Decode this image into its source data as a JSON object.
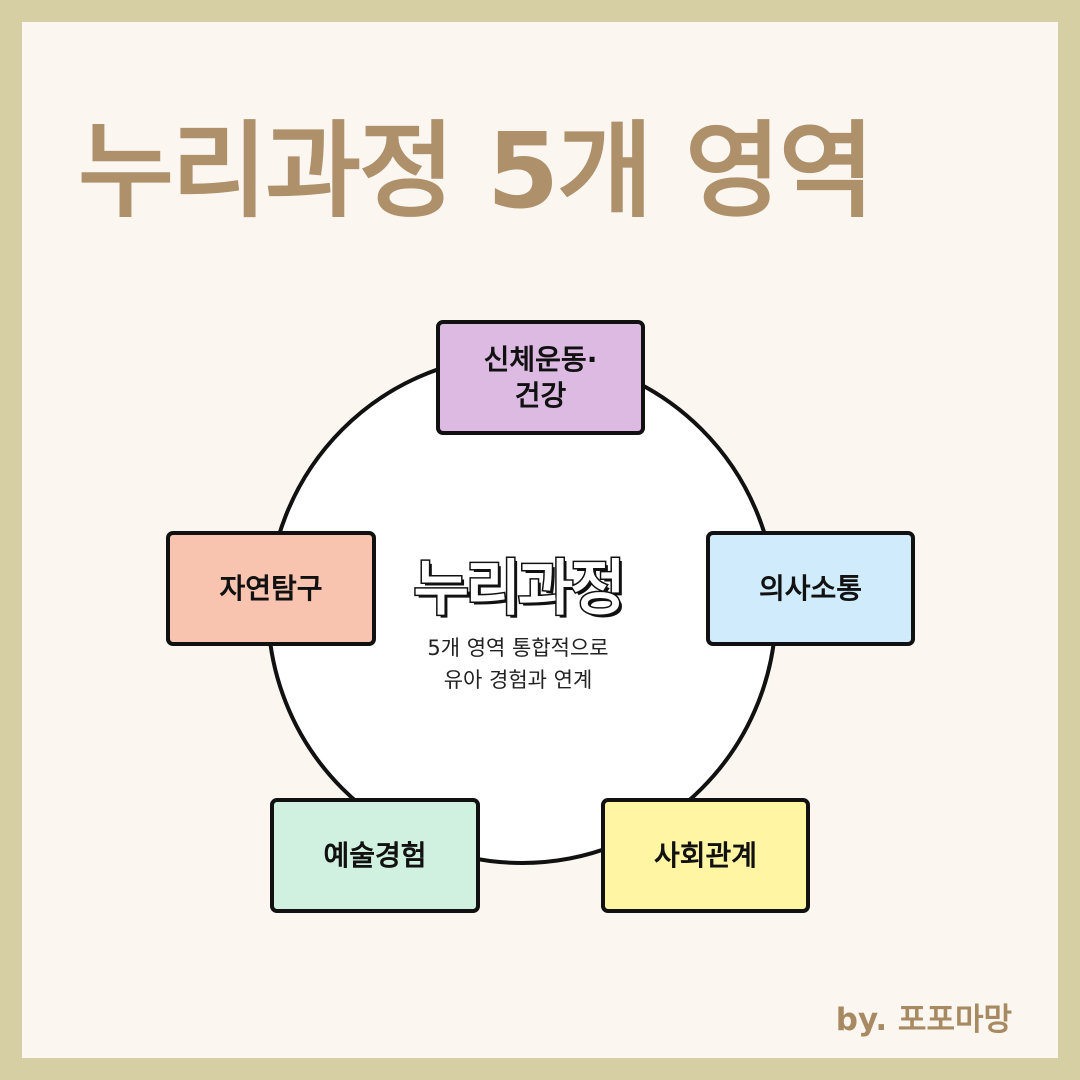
{
  "title": "누리과정 5개 영역",
  "center": {
    "title": "누리과정",
    "description_lines": [
      "5개 영역 통합적으로",
      "유아 경험과 연계"
    ]
  },
  "areas": [
    {
      "lines": [
        "신체운동·",
        "건강"
      ],
      "color": "#dcbae2"
    },
    {
      "lines": [
        "의사소통"
      ],
      "color": "#d0ebfb"
    },
    {
      "lines": [
        "사회관계"
      ],
      "color": "#fff5a3"
    },
    {
      "lines": [
        "예술경험"
      ],
      "color": "#d0f1df"
    },
    {
      "lines": [
        "자연탐구"
      ],
      "color": "#f8c4b0"
    }
  ],
  "credit": "by. 포포마망",
  "colors": {
    "frame": "#d6cfa3",
    "background": "#fbf6f0",
    "title_text": "#ae916b",
    "credit_text": "#a88a62",
    "outline": "#111111"
  }
}
